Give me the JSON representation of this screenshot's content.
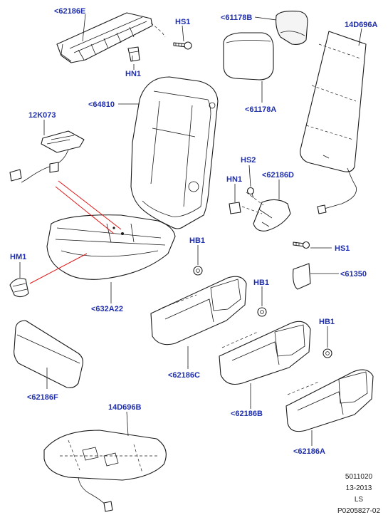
{
  "colors": {
    "callout": "#1f2fb0",
    "redline": "#e01818",
    "outline": "#1a1a1a"
  },
  "callouts": {
    "c62186E": "<62186E",
    "cHS1_top": "HS1",
    "cHN1_top": "HN1",
    "c61178B": "<61178B",
    "c14D696A": "14D696A",
    "c61178A": "<61178A",
    "c64810": "<64810",
    "c12K073": "12K073",
    "cHS2": "HS2",
    "cHN1_mid": "HN1",
    "c62186D": "<62186D",
    "cHS1_mid": "HS1",
    "cHM1": "HM1",
    "cHB1_a": "HB1",
    "cHB1_b": "HB1",
    "cHB1_c": "HB1",
    "c61350": "<61350",
    "c632A22": "<632A22",
    "c62186C": "<62186C",
    "c62186B": "<62186B",
    "c62186A": "<62186A",
    "c62186F": "<62186F",
    "c14D696B": "14D696B"
  },
  "footer": {
    "line1": "5011020",
    "line2": "13-2013",
    "line3": "LS",
    "line4": "P0205827-02"
  }
}
